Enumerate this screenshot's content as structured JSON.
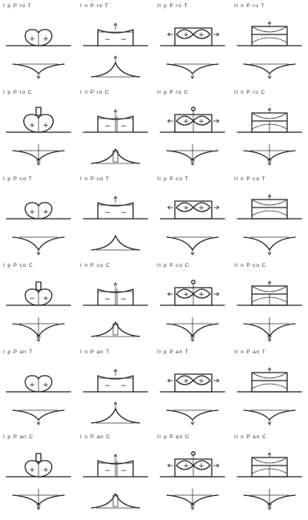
{
  "labels": [
    [
      "I p P ro T",
      "I n P ro T",
      "II p P ro T",
      "II n P ro T"
    ],
    [
      "I p P ro C",
      "I n P ro C",
      "II p P ro C",
      "II n P ro C"
    ],
    [
      "I p P co T",
      "I n P co T",
      "II p P co T",
      "II n P co T"
    ],
    [
      "I p P co C",
      "I n P co C",
      "II p P co C",
      "II n P co C"
    ],
    [
      "I p P an T",
      "I n P an T",
      "II p P an T",
      "II n P an T"
    ],
    [
      "I p P an C",
      "I n P an C",
      "II p P an C",
      "II n P an C"
    ]
  ],
  "signs": {
    "plus": "+",
    "minus": "−"
  }
}
